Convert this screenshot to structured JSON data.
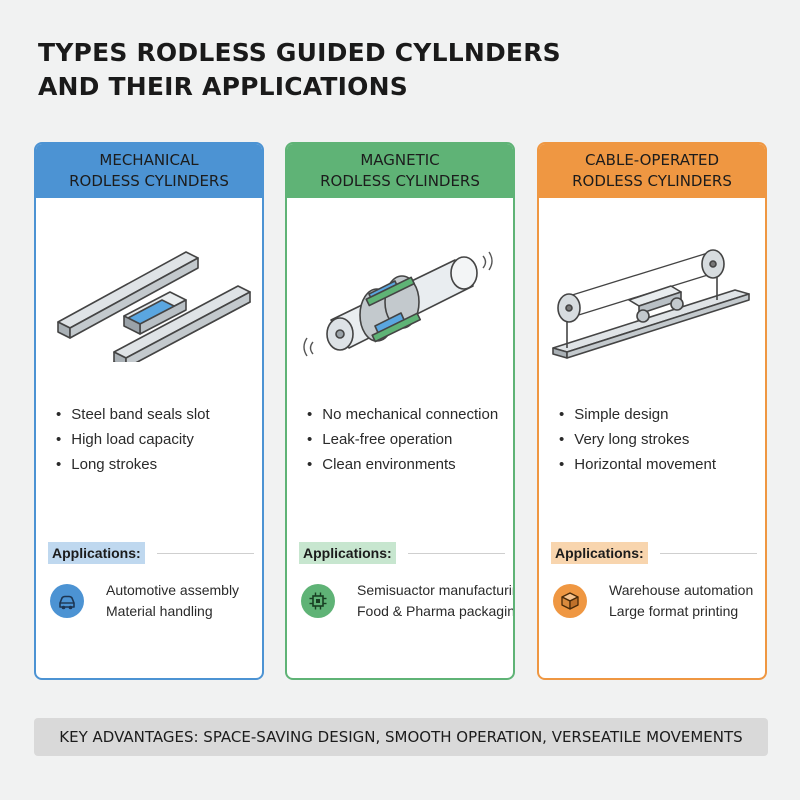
{
  "title": {
    "line1": "TYPES RODLESS GUIDED CYLLNDERS",
    "line2": "AND THEIR APPLICATIONS"
  },
  "colors": {
    "blue": "#4c93d3",
    "green": "#5fb376",
    "orange": "#ef9742",
    "banner": "#d9d9d9"
  },
  "cards": [
    {
      "heading_line1": "MECHANICAL",
      "heading_line2": "RODLESS CYLINDERS",
      "illustration": "mechanical-cylinder-illustration",
      "features": [
        "Steel band seals slot",
        "High load capacity",
        "Long strokes"
      ],
      "applications_label": "Applications:",
      "app_icon": "car-icon",
      "applications": [
        "Automotive assembly",
        "Material handling"
      ]
    },
    {
      "heading_line1": "MAGNETIC",
      "heading_line2": "RODLESS CYLINDERS",
      "illustration": "magnetic-cylinder-illustration",
      "features": [
        "No mechanical connection",
        "Leak-free operation",
        "Clean environments"
      ],
      "applications_label": "Applications:",
      "app_icon": "chip-icon",
      "applications": [
        "Semisuactor manufacturing",
        "Food & Pharma packaging"
      ]
    },
    {
      "heading_line1": "CABLE-OPERATED",
      "heading_line2": "RODLESS CYLINDERS",
      "illustration": "cable-cylinder-illustration",
      "features": [
        "Simple design",
        "Very long strokes",
        "Horizontal movement"
      ],
      "applications_label": "Applications:",
      "app_icon": "box-icon",
      "applications": [
        "Warehouse automation",
        "Large format printing"
      ]
    }
  ],
  "banner": {
    "text": "KEY ADVANTAGES: SPACE-SAVING DESIGN, SMOOTH OPERATION, VERSEATILE MOVEMENTS"
  }
}
